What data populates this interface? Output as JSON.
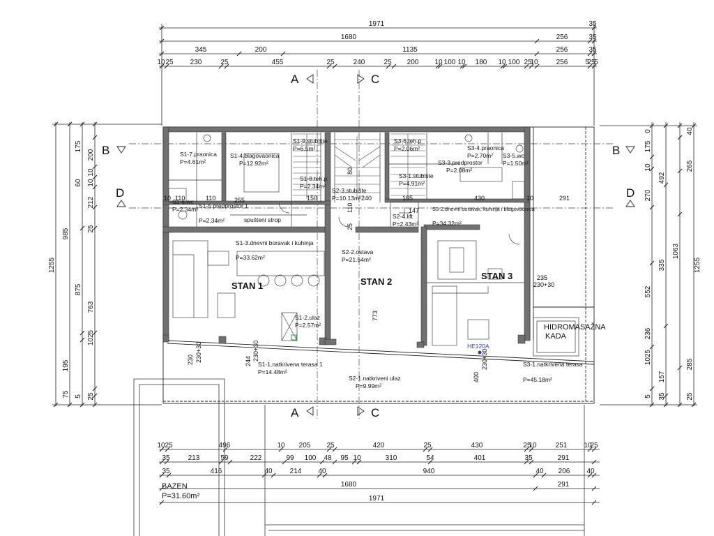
{
  "top_dims": {
    "row1": [
      "1971",
      "35"
    ],
    "row2": [
      "1680",
      "256",
      "35"
    ],
    "row3": [
      "345",
      "200",
      "1135",
      "256",
      "35"
    ],
    "row4": [
      "10",
      "25",
      "230",
      "25",
      "455",
      "25",
      "240",
      "25",
      "200",
      "10",
      "100",
      "10",
      "180",
      "10",
      "100",
      "25",
      "10",
      "256",
      "5",
      "25",
      "5"
    ]
  },
  "bottom_dims": {
    "row1": [
      "10",
      "25",
      "496",
      "10",
      "205",
      "25",
      "420",
      "25",
      "430",
      "25",
      "10",
      "251",
      "10",
      "25"
    ],
    "row2": [
      "35",
      "213",
      "59",
      "222",
      "99",
      "100",
      "48",
      "95",
      "10",
      "310",
      "54",
      "401",
      "35",
      "291"
    ],
    "row3": [
      "35",
      "416",
      "40",
      "214",
      "40",
      "940",
      "40",
      "206",
      "40"
    ],
    "row4": [
      "1680",
      "291"
    ],
    "row5": [
      "1971"
    ]
  },
  "left_dims": [
    "1255",
    "985",
    "875",
    "763",
    "175",
    "200",
    "10",
    "60",
    "10",
    "212",
    "25",
    "1025",
    "195",
    "75",
    "5",
    "25"
  ],
  "right_dims": [
    "0",
    "175",
    "10",
    "270",
    "40",
    "265",
    "1063",
    "1255",
    "492",
    "335",
    "552",
    "236",
    "1025",
    "157",
    "285",
    "5",
    "35",
    "25"
  ],
  "section_marks": {
    "a": "A",
    "b": "B",
    "c": "C",
    "d": "D"
  },
  "apartments": {
    "s1": "STAN 1",
    "s2": "STAN 2",
    "s3": "STAN 3"
  },
  "rooms": [
    {
      "name": "S1-7.praonica",
      "area": "P=4.61m²"
    },
    {
      "name": "S1-4.blagovaonica",
      "area": "P=12.92m²"
    },
    {
      "name": "S1-9.stubište",
      "area": "P=6.5m²"
    },
    {
      "name": "S1-8.teh.p",
      "area": "P=2.34m²"
    },
    {
      "name": "S1-6.wc",
      "area": "P=2.34m²"
    },
    {
      "name": "S1-5.predprostor 1",
      "area": "P=2.34m²"
    },
    {
      "name": "S1-3.dnevni boravak i kuhinja",
      "area": "P=33.62m²"
    },
    {
      "name": "S1-2.ulaz",
      "area": "P=2.57m²"
    },
    {
      "name": "S1-1.natkrivena terasa 1",
      "area": "P=14.48m²"
    },
    {
      "name": "S2-3.stubište",
      "area": "P=10.13m²"
    },
    {
      "name": "S2-2.ostava",
      "area": "P=21.54m²"
    },
    {
      "name": "S2-1.natkriveni ulaz",
      "area": "P=9.99m²"
    },
    {
      "name": "S3-6.teh.p",
      "area": "P=2.06m²"
    },
    {
      "name": "S3-4.praonica",
      "area": "P=2.70m²"
    },
    {
      "name": "S3-5.wc",
      "area": "P=1.50m²"
    },
    {
      "name": "S3-3.predprostor",
      "area": "P=2.08m²"
    },
    {
      "name": "S3-1.stubište",
      "area": "P=4.91m²"
    },
    {
      "name": "S3-2.dnevni boravak, kuhinja i blagovaonica",
      "area": "P=34.32m²"
    },
    {
      "name": "S2-4.lift",
      "area": "P=2.43m²"
    },
    {
      "name": "S3-1.natkrivena terasa",
      "area": "P=45.18m²"
    }
  ],
  "labels": {
    "spusteni_strop": "spušteni strop",
    "hidromasazna": "HIDROMASAŽNA",
    "kada": "KADA",
    "he": "HE120A",
    "bazen": "BAZEN",
    "bazen_area": "P=31.60m²"
  },
  "inner_dims": [
    "255",
    "110",
    "110",
    "150",
    "240",
    "165",
    "147",
    "430",
    "291",
    "10",
    "10",
    "235",
    "230+30",
    "773",
    "244",
    "230+30",
    "230",
    "230+30",
    "400",
    "230+30",
    "25",
    "80",
    "110"
  ]
}
